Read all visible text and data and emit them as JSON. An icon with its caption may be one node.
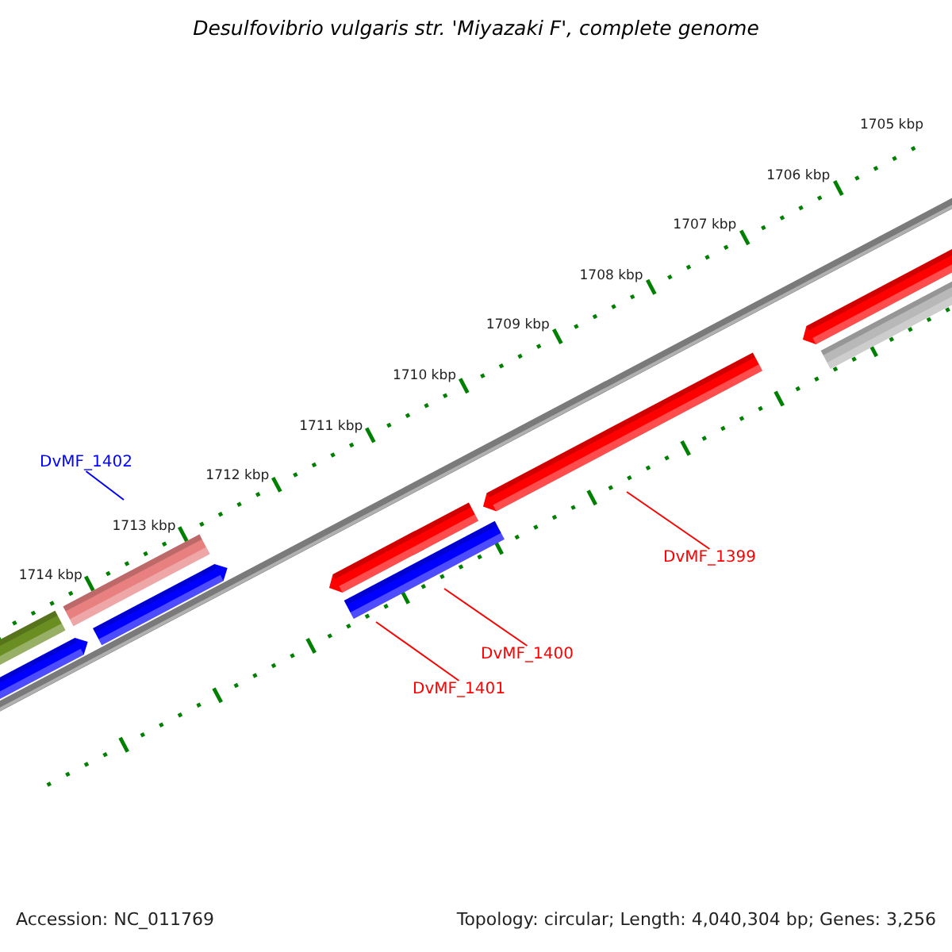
{
  "diagram": {
    "title": "Desulfovibrio vulgaris str. 'Miyazaki F', complete genome",
    "nodes": [
      {
        "text": [
          "DvMF_1402"
        ]
      },
      {
        "text": [
          "DvMF_1399"
        ]
      },
      {
        "text": [
          "DvMF_1400"
        ]
      },
      {
        "text": [
          "DvMF_1401"
        ]
      }
    ],
    "edges": [
      {
        "from": 0,
        "to": null,
        "arrow": "none",
        "color": "#0000ff"
      },
      {
        "from": 1,
        "to": null,
        "arrow": "none"
      },
      {
        "from": 2,
        "to": null,
        "arrow": "none"
      },
      {
        "from": 3,
        "to": null,
        "arrow": "none"
      }
    ],
    "labels": [
      "1705 kbp",
      "1706 kbp",
      "1707 kbp",
      "1708 kbp",
      "1709 kbp",
      "1710 kbp",
      "1711 kbp",
      "1712 kbp",
      "1713 kbp",
      "1714 kbp",
      "Accession: NC_011769",
      "Topology: circular; Length: 4,040,304 bp; Genes: 3,256"
    ]
  }
}
